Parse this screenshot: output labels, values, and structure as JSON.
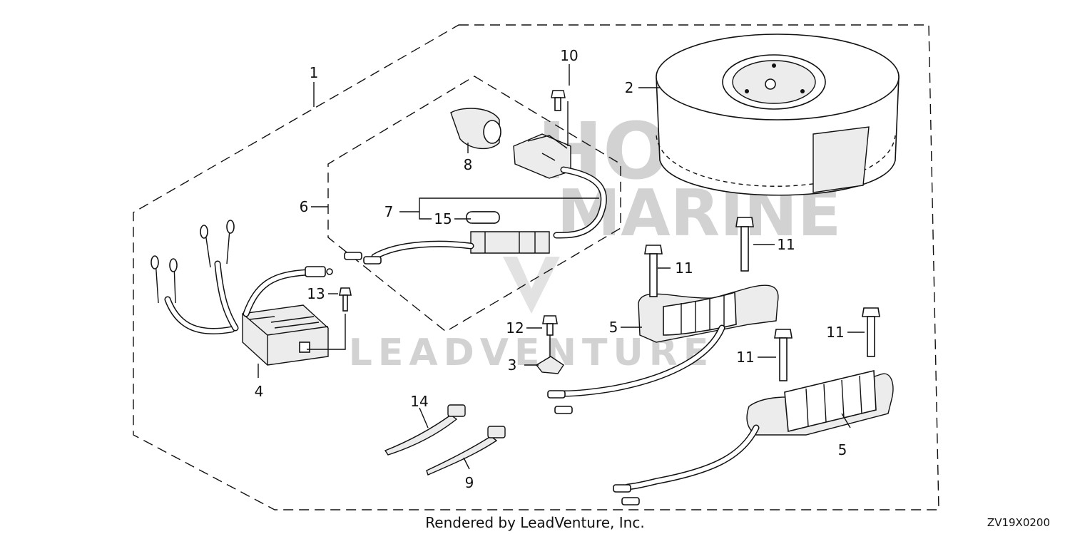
{
  "diagram": {
    "callouts": [
      {
        "id": "c1",
        "text": "1"
      },
      {
        "id": "c2",
        "text": "2"
      },
      {
        "id": "c3",
        "text": "3"
      },
      {
        "id": "c4",
        "text": "4"
      },
      {
        "id": "c5a",
        "text": "5"
      },
      {
        "id": "c5b",
        "text": "5"
      },
      {
        "id": "c6",
        "text": "6"
      },
      {
        "id": "c7",
        "text": "7"
      },
      {
        "id": "c8",
        "text": "8"
      },
      {
        "id": "c9",
        "text": "9"
      },
      {
        "id": "c10",
        "text": "10"
      },
      {
        "id": "c11a",
        "text": "11"
      },
      {
        "id": "c11b",
        "text": "11"
      },
      {
        "id": "c11c",
        "text": "11"
      },
      {
        "id": "c11d",
        "text": "11"
      },
      {
        "id": "c12",
        "text": "12"
      },
      {
        "id": "c13",
        "text": "13"
      },
      {
        "id": "c14",
        "text": "14"
      },
      {
        "id": "c15",
        "text": "15"
      }
    ],
    "footer": "Rendered by LeadVenture, Inc.",
    "drawing_code": "ZV19X0200",
    "watermark": {
      "line1": "HONDA",
      "line2": "MARINE",
      "brand": "LEADVENTURE"
    }
  }
}
